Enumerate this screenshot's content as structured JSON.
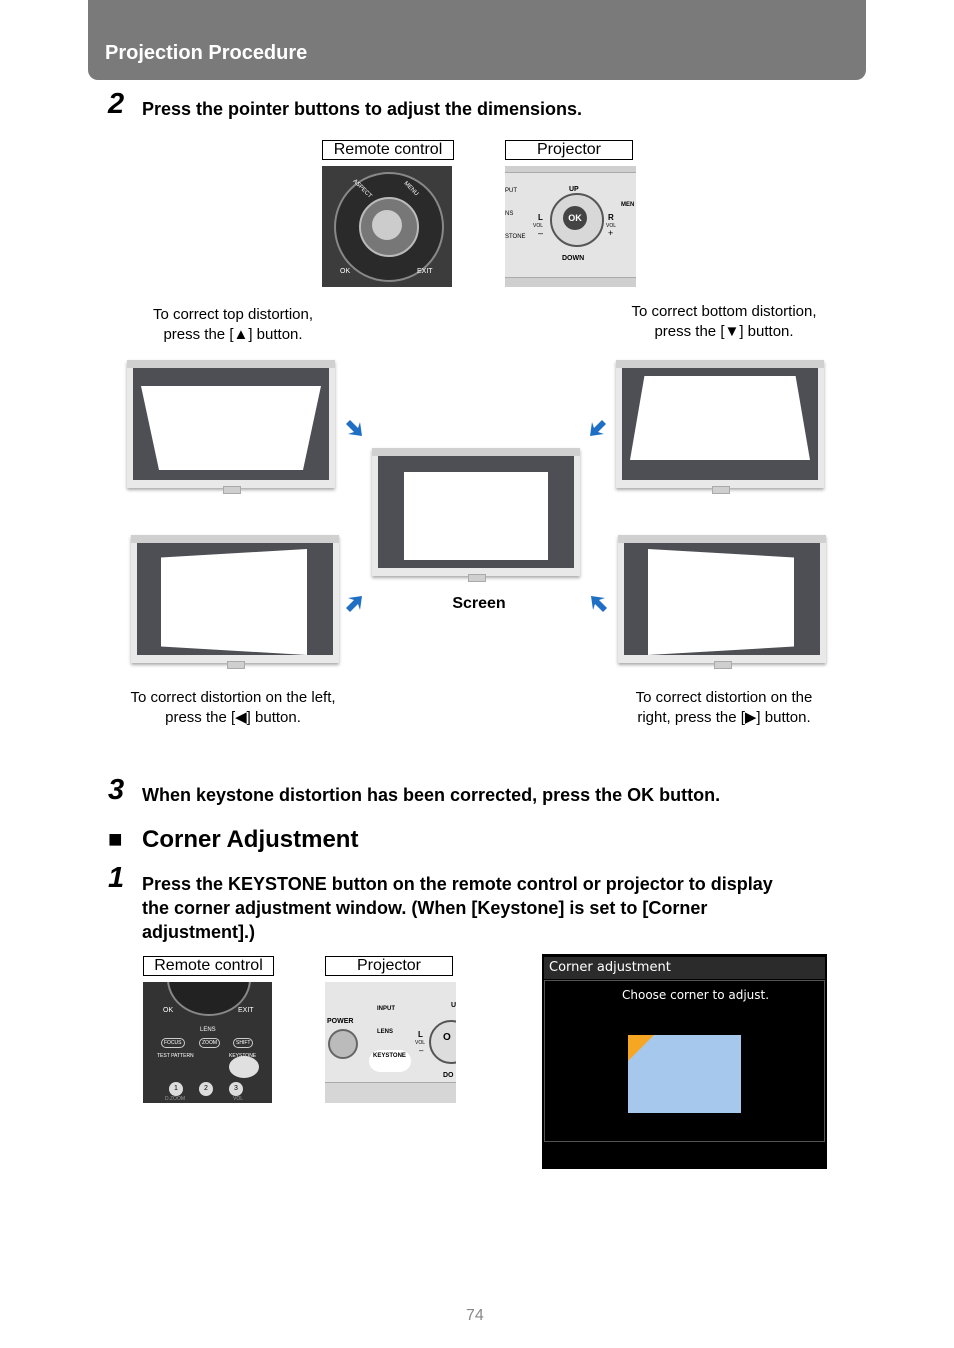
{
  "header": {
    "title": "Projection Procedure"
  },
  "step2": {
    "number": "2",
    "text": "Press the pointer buttons to adjust the dimensions."
  },
  "labels_top": {
    "remote": "Remote control",
    "projector": "Projector"
  },
  "projector_panel": {
    "up": "UP",
    "down": "DOWN",
    "l": "L",
    "r": "R",
    "ok": "OK",
    "vol_left": "VOL",
    "vol_right": "VOL",
    "minus": "–",
    "plus": "+",
    "input": "PUT",
    "lens": "NS",
    "keystone": "STONE",
    "menu": "MEN"
  },
  "remote_panel": {
    "ok": "OK",
    "exit": "EXIT",
    "aspect": "ASPECT",
    "menu": "MENU"
  },
  "captions": {
    "top_left_1": "To correct top distortion,",
    "top_left_2": "press the [▲] button.",
    "top_right_1": "To correct bottom distortion,",
    "top_right_2": "press the [▼] button.",
    "bottom_left_1": "To correct distortion on the left,",
    "bottom_left_2": "press the [◀] button.",
    "bottom_right_1": "To correct distortion on the",
    "bottom_right_2": "right, press the [▶] button.",
    "screen": "Screen"
  },
  "step3": {
    "number": "3",
    "text": "When keystone distortion has been corrected, press the OK button."
  },
  "section": {
    "marker": "■",
    "title": "Corner Adjustment"
  },
  "step1": {
    "number": "1",
    "line1": "Press the KEYSTONE button on the remote control or projector to display",
    "line2": "the corner adjustment window. (When [Keystone] is set to [Corner",
    "line3": "adjustment].)"
  },
  "labels_bottom": {
    "remote": "Remote control",
    "projector": "Projector"
  },
  "remote2": {
    "ok": "OK",
    "exit": "EXIT",
    "lens": "LENS",
    "focus": "FOCUS",
    "zoom": "ZOOM",
    "shift": "SHIFT",
    "test_pattern": "TEST PATTERN",
    "keystone": "KEYSTONE",
    "one": "1",
    "two": "2",
    "three": "3",
    "dzoom": "D.ZOOM",
    "vol": "VOL"
  },
  "projector2": {
    "power": "POWER",
    "input": "INPUT",
    "lens": "LENS",
    "keystone": "KEYSTONE",
    "l": "L",
    "vol": "VOL",
    "minus": "–",
    "u": "U",
    "do": "DO",
    "o": "O"
  },
  "osd": {
    "title": "Corner adjustment",
    "message": "Choose corner to adjust."
  },
  "page": {
    "number": "74"
  },
  "colors": {
    "header_bg": "#7a7a7a",
    "arrow_blue": "#1f6fc4",
    "osd_blue": "#a6c8ec",
    "osd_corner": "#f5a623"
  }
}
